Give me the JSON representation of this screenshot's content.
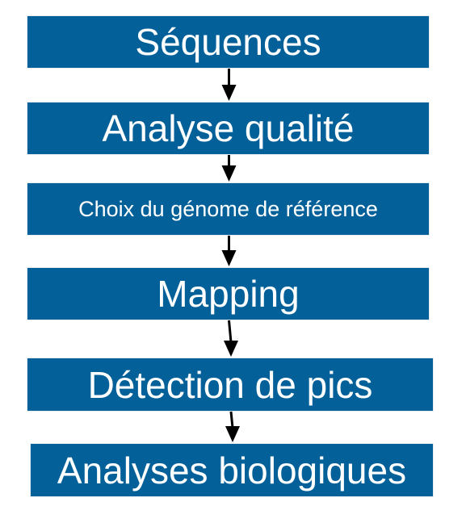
{
  "diagram": {
    "steps": [
      {
        "label": "Séquences"
      },
      {
        "label": "Analyse qualité"
      },
      {
        "label": "Choix du génome de référence"
      },
      {
        "label": "Mapping"
      },
      {
        "label": "Détection de pics"
      },
      {
        "label": "Analyses biologiques"
      }
    ],
    "edges": [
      {
        "from": 0,
        "to": 1
      },
      {
        "from": 1,
        "to": 2
      },
      {
        "from": 2,
        "to": 3
      },
      {
        "from": 3,
        "to": 4
      },
      {
        "from": 4,
        "to": 5
      }
    ],
    "colors": {
      "box_fill": "#046099",
      "box_text": "#ffffff",
      "arrow": "#000000"
    }
  }
}
